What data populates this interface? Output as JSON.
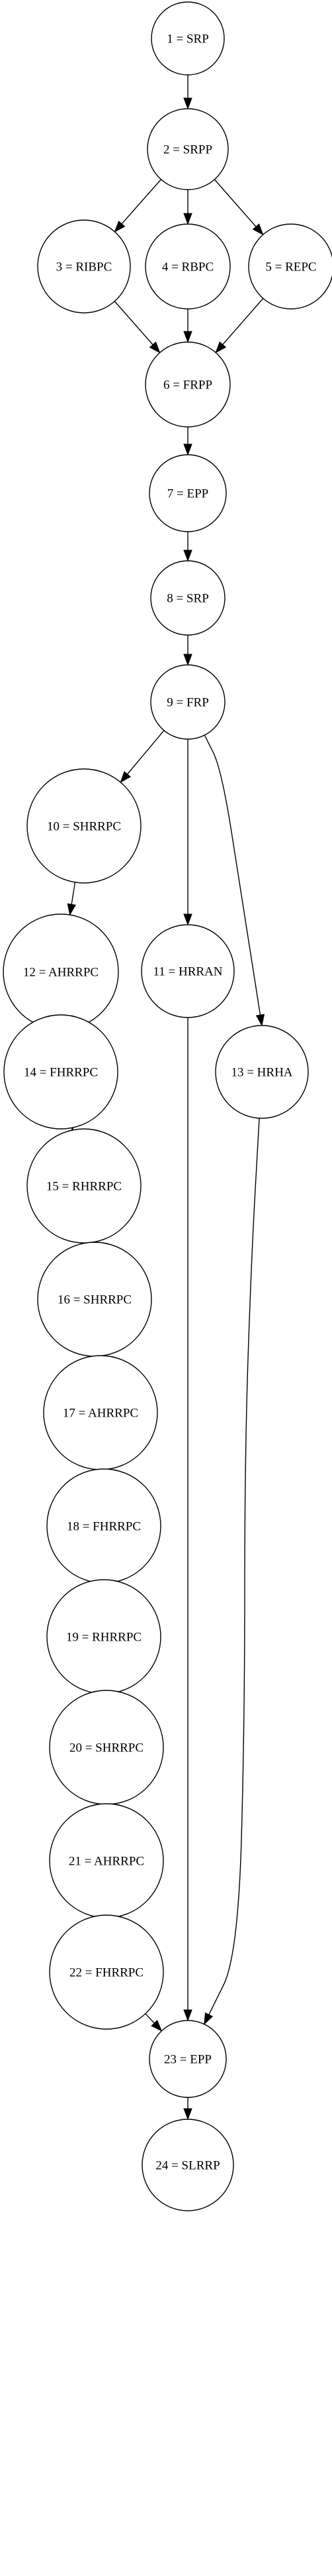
{
  "diagram": {
    "type": "directed-graph",
    "colors": {
      "background": "#ffffff",
      "stroke": "#000000",
      "node_fill": "#ffffff",
      "text": "#000000"
    },
    "nodes": [
      {
        "id": "n1",
        "label": "1 = SRP"
      },
      {
        "id": "n2",
        "label": "2 = SRPP"
      },
      {
        "id": "n3",
        "label": "3 = RIBPC"
      },
      {
        "id": "n4",
        "label": "4 = RBPC"
      },
      {
        "id": "n5",
        "label": "5 = REPC"
      },
      {
        "id": "n6",
        "label": "6 = FRPP"
      },
      {
        "id": "n7",
        "label": "7 = EPP"
      },
      {
        "id": "n8",
        "label": "8 = SRP"
      },
      {
        "id": "n9",
        "label": "9 = FRP"
      },
      {
        "id": "n10",
        "label": "10 = SHRRPC"
      },
      {
        "id": "n11",
        "label": "11 = HRRAN"
      },
      {
        "id": "n12",
        "label": "12 = AHRRPC"
      },
      {
        "id": "n13",
        "label": "13 = HRHA"
      },
      {
        "id": "n14",
        "label": "14 = FHRRPC"
      },
      {
        "id": "n15",
        "label": "15 = RHRRPC"
      },
      {
        "id": "n16",
        "label": "16 = SHRRPC"
      },
      {
        "id": "n17",
        "label": "17 = AHRRPC"
      },
      {
        "id": "n18",
        "label": "18 = FHRRPC"
      },
      {
        "id": "n19",
        "label": "19 = RHRRPC"
      },
      {
        "id": "n20",
        "label": "20 = SHRRPC"
      },
      {
        "id": "n21",
        "label": "21 = AHRRPC"
      },
      {
        "id": "n22",
        "label": "22 = FHRRPC"
      },
      {
        "id": "n23",
        "label": "23 = EPP"
      },
      {
        "id": "n24",
        "label": "24 = SLRRP"
      }
    ],
    "edges": [
      {
        "from": "n1",
        "to": "n2"
      },
      {
        "from": "n2",
        "to": "n3"
      },
      {
        "from": "n2",
        "to": "n4"
      },
      {
        "from": "n2",
        "to": "n5"
      },
      {
        "from": "n3",
        "to": "n6"
      },
      {
        "from": "n4",
        "to": "n6"
      },
      {
        "from": "n5",
        "to": "n6"
      },
      {
        "from": "n6",
        "to": "n7"
      },
      {
        "from": "n7",
        "to": "n8"
      },
      {
        "from": "n8",
        "to": "n9"
      },
      {
        "from": "n9",
        "to": "n10"
      },
      {
        "from": "n9",
        "to": "n11"
      },
      {
        "from": "n9",
        "to": "n13"
      },
      {
        "from": "n10",
        "to": "n12"
      },
      {
        "from": "n12",
        "to": "n14"
      },
      {
        "from": "n14",
        "to": "n15"
      },
      {
        "from": "n15",
        "to": "n16"
      },
      {
        "from": "n16",
        "to": "n17"
      },
      {
        "from": "n17",
        "to": "n18"
      },
      {
        "from": "n18",
        "to": "n19"
      },
      {
        "from": "n19",
        "to": "n20"
      },
      {
        "from": "n20",
        "to": "n21"
      },
      {
        "from": "n21",
        "to": "n22"
      },
      {
        "from": "n22",
        "to": "n23"
      },
      {
        "from": "n11",
        "to": "n23"
      },
      {
        "from": "n13",
        "to": "n23"
      },
      {
        "from": "n23",
        "to": "n24"
      }
    ]
  }
}
